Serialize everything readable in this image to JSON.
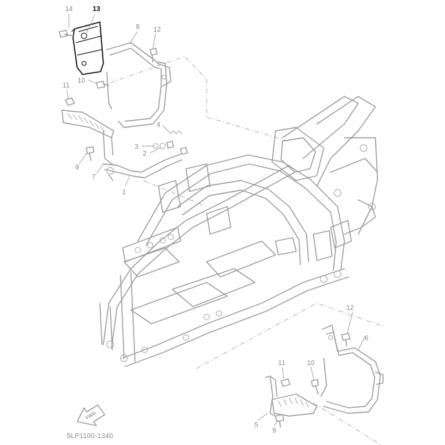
{
  "diagram": {
    "drawing_code": "5LP1100-1340",
    "fwd_label": "FWD",
    "highlighted_part": "13",
    "callouts": [
      {
        "id": "c13",
        "label": "13"
      },
      {
        "id": "c14",
        "label": "14"
      },
      {
        "id": "c8",
        "label": "8"
      },
      {
        "id": "c12a",
        "label": "12"
      },
      {
        "id": "c10a",
        "label": "10"
      },
      {
        "id": "c11a",
        "label": "11"
      },
      {
        "id": "c4",
        "label": "4"
      },
      {
        "id": "c3",
        "label": "3"
      },
      {
        "id": "c2",
        "label": "2"
      },
      {
        "id": "c9a",
        "label": "9"
      },
      {
        "id": "c7",
        "label": "7"
      },
      {
        "id": "c1",
        "label": "1"
      },
      {
        "id": "c12b",
        "label": "12"
      },
      {
        "id": "c6",
        "label": "6"
      },
      {
        "id": "c11b",
        "label": "11"
      },
      {
        "id": "c10b",
        "label": "10"
      },
      {
        "id": "c5",
        "label": "5"
      },
      {
        "id": "c9b",
        "label": "9"
      }
    ]
  }
}
